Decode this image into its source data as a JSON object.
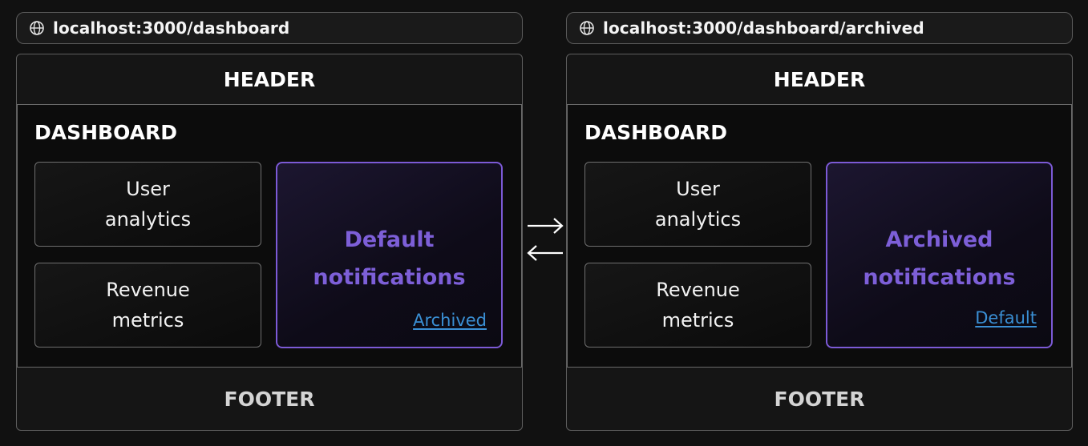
{
  "left": {
    "url": "localhost:3000/dashboard",
    "header": "HEADER",
    "dashboard_title": "DASHBOARD",
    "cards": [
      "User\nanalytics",
      "Revenue\nmetrics"
    ],
    "notifications_title": "Default\nnotifications",
    "link_label": "Archived",
    "footer": "FOOTER"
  },
  "right": {
    "url": "localhost:3000/dashboard/archived",
    "header": "HEADER",
    "dashboard_title": "DASHBOARD",
    "cards": [
      "User\nanalytics",
      "Revenue\nmetrics"
    ],
    "notifications_title": "Archived\nnotifications",
    "link_label": "Default",
    "footer": "FOOTER"
  },
  "colors": {
    "background": "#111111",
    "accent_purple": "#7d5fd8",
    "link_blue": "#3a8fd4"
  },
  "icons": {
    "url_icon": "globe-icon",
    "transition": "bidirectional-arrows-icon"
  }
}
